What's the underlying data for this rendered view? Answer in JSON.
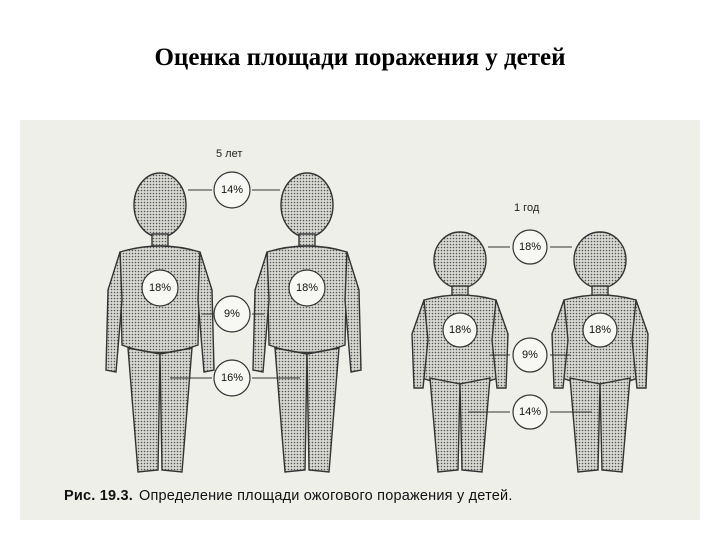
{
  "title": "Оценка площади поражения у детей",
  "figure": {
    "age_5": "5 лет",
    "age_1": "1 год",
    "caption_number": "Рис. 19.3.",
    "caption_text": "Определение площади ожогового поражения у детей.",
    "labels_5": {
      "head": "14%",
      "trunk_front": "18%",
      "trunk_back": "18%",
      "arm": "9%",
      "leg": "16%"
    },
    "labels_1": {
      "head": "18%",
      "trunk_front": "18%",
      "trunk_back": "18%",
      "arm": "9%",
      "leg": "14%"
    },
    "colors": {
      "body_fill": "#c9c9c4",
      "outline": "#333333",
      "paper": "#efefea"
    }
  }
}
